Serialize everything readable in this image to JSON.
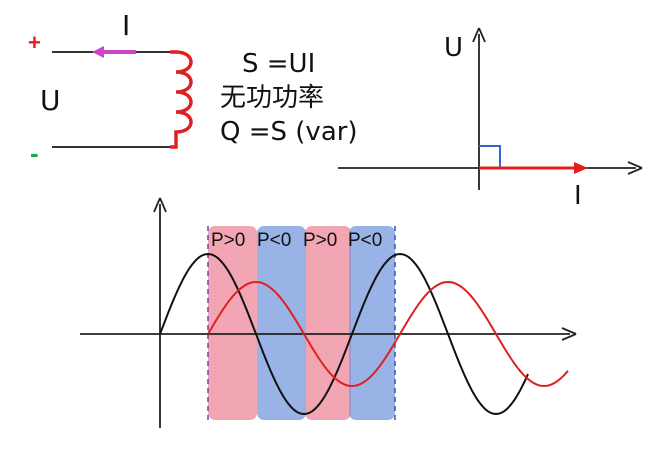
{
  "circuit": {
    "plus_sign": "+",
    "minus_sign": "-",
    "voltage_label": "U",
    "current_label": "I",
    "plus_color": "#e02020",
    "minus_color": "#22aa44",
    "current_arrow_color": "#cc44cc",
    "inductor_color": "#e02020",
    "wire_color": "#333333"
  },
  "formulas": {
    "line1": "S =UI",
    "line2": "无功功率",
    "line3": "Q =S (var)"
  },
  "phasor": {
    "vertical_axis_label": "U",
    "horizontal_axis_label": "I",
    "current_phasor_color": "#e02020",
    "right_angle_marker_color": "#3366cc"
  },
  "waveform": {
    "region_labels": [
      "P>0",
      "P<0",
      "P>0",
      "P<0"
    ],
    "region_colors": [
      "#ee8899",
      "#7799dd",
      "#ee8899",
      "#7799dd"
    ],
    "voltage_color": "#111111",
    "current_color": "#e02020"
  }
}
